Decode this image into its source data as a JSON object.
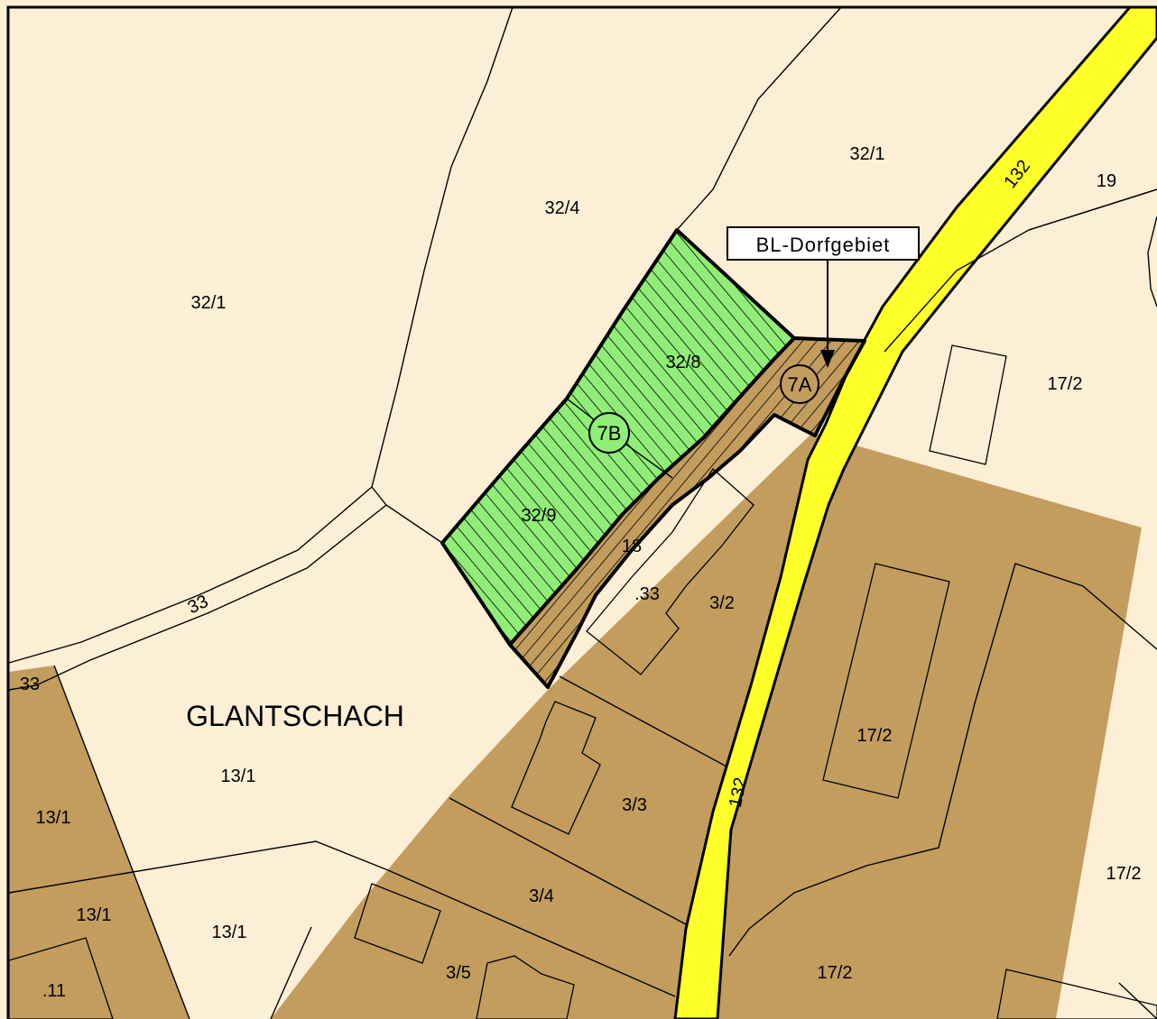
{
  "map": {
    "colors": {
      "background": "#fdefd5",
      "built_area": "#c29d5e",
      "road": "#ffff2a",
      "change_area": "#90ee78"
    },
    "place_name": "GLANTSCHACH",
    "road_label": "132",
    "callout": "BL-Dorfgebiet",
    "zones": {
      "zone_7a": "7A",
      "zone_7b": "7B"
    },
    "parcels": {
      "p32_1_top": "32/1",
      "p32_1_left": "32/1",
      "p32_4": "32/4",
      "p19": "19",
      "p17_2_a": "17/2",
      "p17_2_b": "17/2",
      "p17_2_c": "17/2",
      "p17_2_d": "17/2",
      "p32_8": "32/8",
      "p32_9": "32/9",
      "p18": "18",
      "p33_dot": ".33",
      "p3_2": "3/2",
      "p33_a": "33",
      "p33_b": "33",
      "p13_1_a": "13/1",
      "p13_1_b": "13/1",
      "p13_1_c": "13/1",
      "p13_1_d": "13/1",
      "p3_3": "3/3",
      "p3_4": "3/4",
      "p3_5": "3/5",
      "p11": ".11"
    }
  }
}
